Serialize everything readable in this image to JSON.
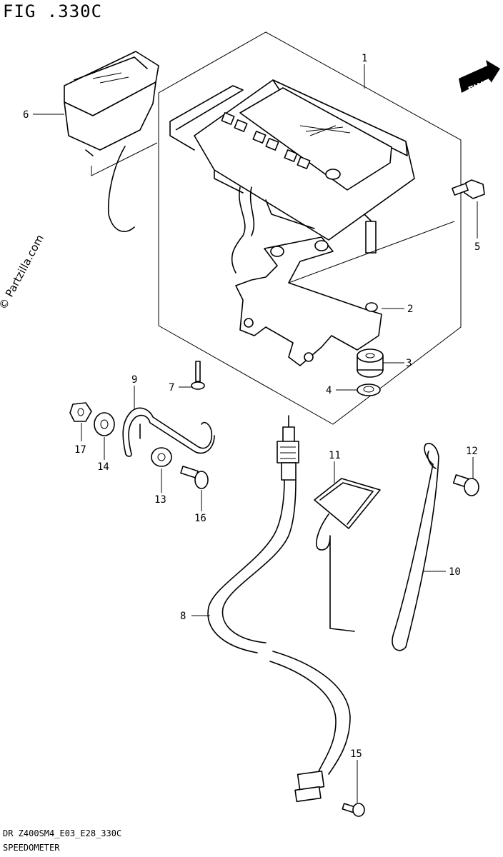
{
  "figure": {
    "title": "FIG .330C",
    "watermark": "© Partzilla.com",
    "fwd_label": "FWD",
    "model_code": "DR Z400SM4_E03_E28_330C",
    "section_name": "SPEEDOMETER"
  },
  "callouts": {
    "n1": "1",
    "n2": "2",
    "n3": "3",
    "n4": "4",
    "n5": "5",
    "n6": "6",
    "n7": "7",
    "n8": "8",
    "n9": "9",
    "n10": "10",
    "n11": "11",
    "n12": "12",
    "n13": "13",
    "n14": "14",
    "n15": "15",
    "n16": "16",
    "n17": "17"
  }
}
